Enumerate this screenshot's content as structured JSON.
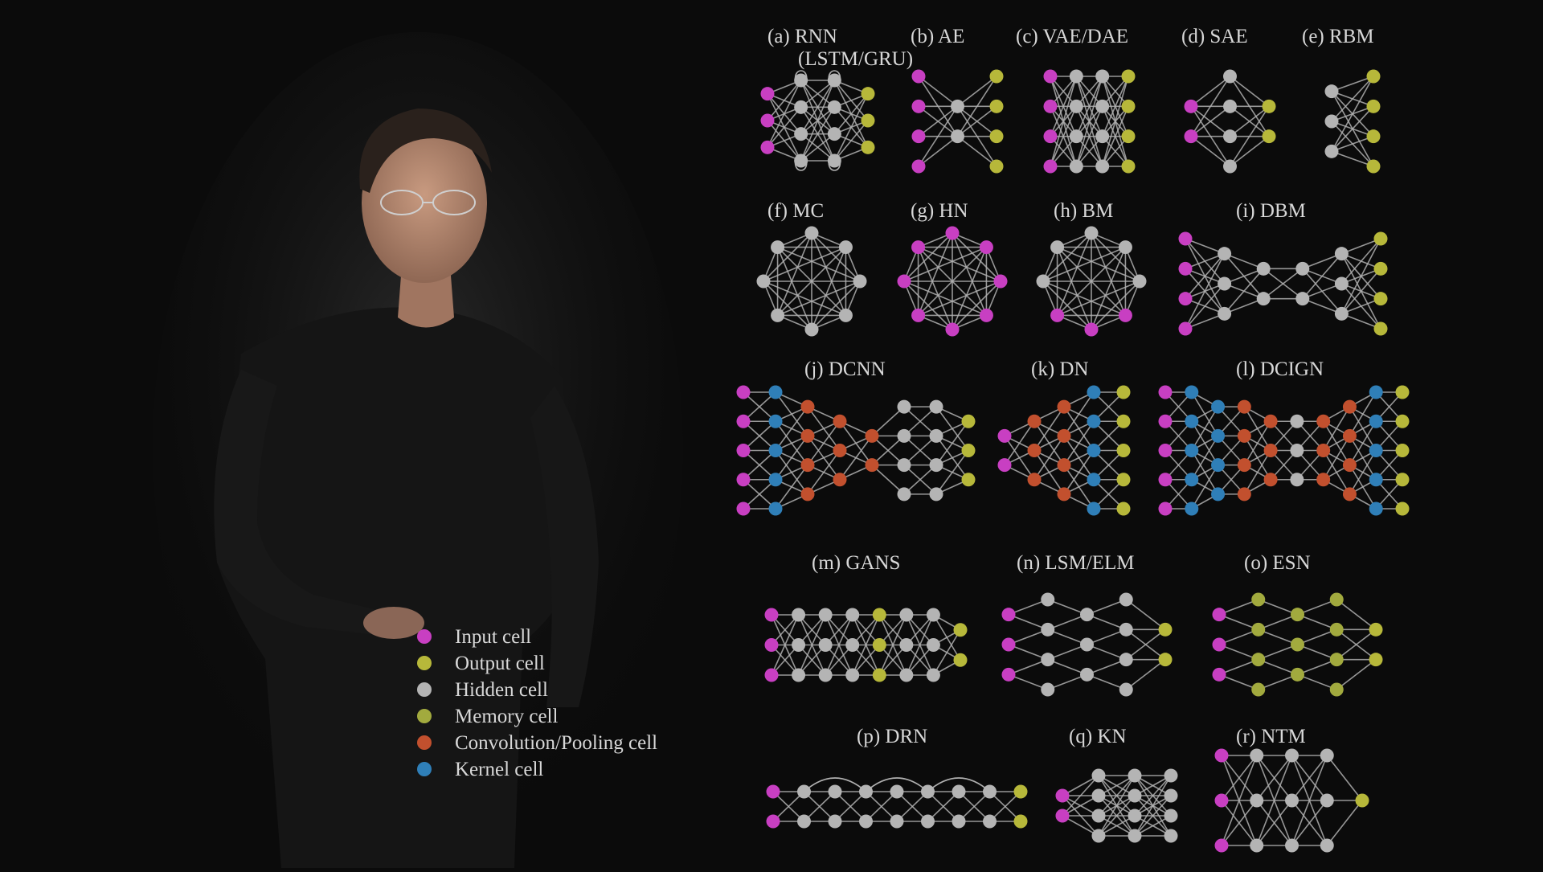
{
  "colors": {
    "background": "#0b0b0b",
    "input": "#c83fc2",
    "output": "#b7b83a",
    "hidden": "#b4b4b4",
    "memory": "#a2aa3e",
    "conv": "#c2502e",
    "kernel": "#2f7fb8",
    "edge": "#b0b0b0",
    "label": "#d8d8d8"
  },
  "legend": [
    {
      "label": "Input cell",
      "color": "input"
    },
    {
      "label": "Output cell",
      "color": "output"
    },
    {
      "label": "Hidden cell",
      "color": "hidden"
    },
    {
      "label": "Memory cell",
      "color": "memory"
    },
    {
      "label": "Convolution/Pooling cell",
      "color": "conv"
    },
    {
      "label": "Kernel cell",
      "color": "kernel"
    }
  ],
  "networks": [
    {
      "id": "rnn",
      "label": "(a) RNN",
      "sublabel": "(LSTM/GRU)",
      "cells": [
        "input",
        "hidden",
        "hidden",
        "output"
      ],
      "counts": [
        3,
        4,
        4,
        3
      ],
      "recurrent": true
    },
    {
      "id": "ae",
      "label": "(b) AE",
      "cells": [
        "input",
        "hidden",
        "output"
      ],
      "counts": [
        4,
        2,
        4
      ]
    },
    {
      "id": "vae",
      "label": "(c) VAE/DAE",
      "cells": [
        "input",
        "hidden",
        "hidden",
        "output"
      ],
      "counts": [
        4,
        4,
        4,
        4
      ]
    },
    {
      "id": "sae",
      "label": "(d) SAE",
      "cells": [
        "input",
        "hidden",
        "output"
      ],
      "counts": [
        2,
        4,
        2
      ]
    },
    {
      "id": "rbm",
      "label": "(e) RBM",
      "cells": [
        "hidden",
        "output"
      ],
      "counts": [
        3,
        4
      ]
    },
    {
      "id": "mc",
      "label": "(f) MC",
      "cells": [
        "hidden",
        "hidden",
        "hidden",
        "hidden",
        "hidden",
        "hidden",
        "hidden",
        "hidden"
      ]
    },
    {
      "id": "hn",
      "label": "(g) HN",
      "cells": [
        "input",
        "input",
        "input",
        "input",
        "input",
        "input",
        "input",
        "input"
      ]
    },
    {
      "id": "bm",
      "label": "(h) BM",
      "cells": [
        "hidden",
        "hidden",
        "hidden",
        "input",
        "input",
        "input",
        "hidden",
        "hidden"
      ]
    },
    {
      "id": "dbm",
      "label": "(i) DBM",
      "cells": [
        "input",
        "hidden",
        "hidden",
        "hidden",
        "hidden",
        "output"
      ],
      "counts": [
        4,
        3,
        2,
        2,
        3,
        4
      ]
    },
    {
      "id": "dcnn",
      "label": "(j) DCNN",
      "cells": [
        "input",
        "kernel",
        "conv",
        "conv",
        "conv",
        "hidden",
        "hidden",
        "output"
      ],
      "counts": [
        5,
        5,
        4,
        3,
        2,
        4,
        4,
        3
      ]
    },
    {
      "id": "dn",
      "label": "(k) DN",
      "cells": [
        "input",
        "conv",
        "conv",
        "kernel",
        "output"
      ],
      "counts": [
        2,
        3,
        4,
        5,
        5
      ]
    },
    {
      "id": "dcign",
      "label": "(l) DCIGN",
      "cells": [
        "input",
        "kernel",
        "kernel",
        "conv",
        "conv",
        "hidden",
        "conv",
        "conv",
        "kernel",
        "output"
      ],
      "counts": [
        5,
        5,
        4,
        4,
        3,
        3,
        3,
        4,
        5,
        5
      ]
    },
    {
      "id": "gans",
      "label": "(m) GANS",
      "cells": [
        "input",
        "hidden",
        "hidden",
        "hidden",
        "output",
        "hidden",
        "hidden",
        "output"
      ],
      "counts": [
        3,
        3,
        3,
        3,
        3,
        3,
        3,
        2
      ]
    },
    {
      "id": "lsm",
      "label": "(n) LSM/ELM",
      "cells": [
        "input",
        "hidden",
        "hidden",
        "hidden",
        "output"
      ],
      "counts": [
        3,
        4,
        3,
        4,
        2
      ]
    },
    {
      "id": "esn",
      "label": "(o) ESN",
      "cells": [
        "input",
        "memory",
        "memory",
        "memory",
        "output"
      ],
      "counts": [
        3,
        4,
        3,
        4,
        2
      ]
    },
    {
      "id": "drn",
      "label": "(p) DRN",
      "cells": [
        "input",
        "hidden",
        "hidden",
        "hidden",
        "hidden",
        "hidden",
        "hidden",
        "hidden",
        "output"
      ],
      "counts": [
        2,
        2,
        2,
        2,
        2,
        2,
        2,
        2,
        2
      ]
    },
    {
      "id": "kn",
      "label": "(q) KN",
      "cells": [
        "input",
        "hidden",
        "hidden",
        "hidden"
      ],
      "counts": [
        2,
        4,
        4,
        4
      ]
    },
    {
      "id": "ntm",
      "label": "(r) NTM",
      "cells": [
        "input",
        "hidden",
        "hidden",
        "hidden",
        "output"
      ],
      "counts": [
        3,
        3,
        3,
        3,
        1
      ]
    }
  ],
  "presenter": {
    "description": "man in black long-sleeve shirt with glasses, gesturing"
  }
}
